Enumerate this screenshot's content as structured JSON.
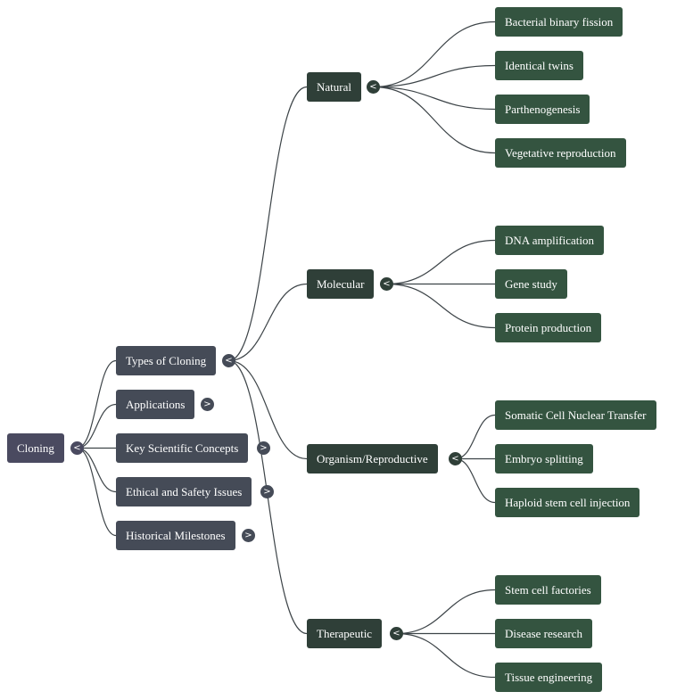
{
  "toggles": {
    "collapse": "<",
    "expand": ">"
  },
  "root": {
    "label": "Cloning"
  },
  "branches": [
    {
      "label": "Types of Cloning",
      "state": "expanded"
    },
    {
      "label": "Applications",
      "state": "collapsed"
    },
    {
      "label": "Key Scientific Concepts",
      "state": "collapsed"
    },
    {
      "label": "Ethical and Safety Issues",
      "state": "collapsed"
    },
    {
      "label": "Historical Milestones",
      "state": "collapsed"
    }
  ],
  "types_of_cloning": [
    {
      "label": "Natural",
      "children": [
        "Bacterial binary fission",
        "Identical twins",
        "Parthenogenesis",
        "Vegetative reproduction"
      ]
    },
    {
      "label": "Molecular",
      "children": [
        "DNA amplification",
        "Gene study",
        "Protein production"
      ]
    },
    {
      "label": "Organism/Reproductive",
      "children": [
        "Somatic Cell Nuclear Transfer",
        "Embryo splitting",
        "Haploid stem cell injection"
      ]
    },
    {
      "label": "Therapeutic",
      "children": [
        "Stem cell factories",
        "Disease research",
        "Tissue engineering"
      ]
    }
  ],
  "colors": {
    "root": "#4a4a60",
    "branch": "#454b57",
    "type": "#2f3f38",
    "leaf": "#345440",
    "link": "#3d4448"
  }
}
